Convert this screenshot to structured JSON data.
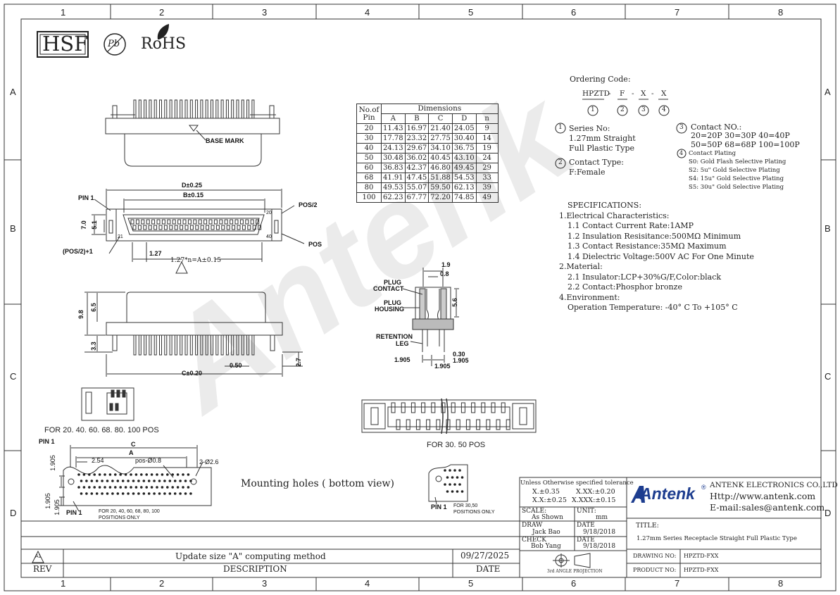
{
  "zones": {
    "columns": [
      "1",
      "2",
      "3",
      "4",
      "5",
      "6",
      "7",
      "8"
    ],
    "rows": [
      "A",
      "B",
      "C",
      "D"
    ]
  },
  "certifications": {
    "hsf": "HSF",
    "pb": "Pb",
    "rohs": "RoHS"
  },
  "watermark": "Antenk",
  "ordering": {
    "title": "Ordering Code:",
    "code_parts": [
      "HPZTD",
      "F",
      "X",
      "X"
    ],
    "code_separator": "-",
    "code_numbers": [
      "1",
      "2",
      "3",
      "4"
    ],
    "series": {
      "num": "1",
      "label": "Series No:",
      "lines": [
        "1.27mm Straight",
        "Full Plastic Type"
      ]
    },
    "contact_type": {
      "num": "2",
      "label": "Contact Type:",
      "lines": [
        "F:Female"
      ]
    },
    "contact_no": {
      "num": "3",
      "label": "Contact NO.:",
      "lines": [
        "20=20P 30=30P 40=40P",
        "50=50P 68=68P 100=100P"
      ]
    },
    "plating": {
      "num": "4",
      "label": "Contact Plating",
      "lines": [
        "S0: Gold Flash Selective Plating",
        "S2: 5u\" Gold Selective Plating",
        "S4: 15u\" Gold Selective Plating",
        "S5: 30u\" Gold Selective Plating"
      ]
    }
  },
  "specifications": {
    "title": "SPECIFICATIONS:",
    "lines": [
      "1.Electrical Characteristics:",
      "1.1 Contact Current Rate:1AMP",
      "1.2 Insulation Resisitance:500MΩ Minimum",
      "1.3 Contact Resistance:35MΩ Maximum",
      "1.4 Dielectric Voltage:500V AC For One Minute",
      "2.Material:",
      "2.1 Insulator:LCP+30%G/F,Color:black",
      "2.2 Contact:Phosphor bronze",
      "4.Environment:",
      "Operation Temperature: -40° C To +105° C"
    ]
  },
  "dimensions_table": {
    "header_pin": [
      "No.of",
      "Pin"
    ],
    "header_dimensions": "Dimensions",
    "columns": [
      "A",
      "B",
      "C",
      "D",
      "n"
    ],
    "rows": [
      [
        "20",
        "11.43",
        "16.97",
        "21.40",
        "24.05",
        "9"
      ],
      [
        "30",
        "17.78",
        "23.32",
        "27.75",
        "30.40",
        "14"
      ],
      [
        "40",
        "24.13",
        "29.67",
        "34.10",
        "36.75",
        "19"
      ],
      [
        "50",
        "30.48",
        "36.02",
        "40.45",
        "43.10",
        "24"
      ],
      [
        "60",
        "36.83",
        "42.37",
        "46.80",
        "49.45",
        "29"
      ],
      [
        "68",
        "41.91",
        "47.45",
        "51.88",
        "54.53",
        "33"
      ],
      [
        "80",
        "49.53",
        "55.07",
        "59.50",
        "62.13",
        "39"
      ],
      [
        "100",
        "62.23",
        "67.77",
        "72.20",
        "74.85",
        "49"
      ]
    ]
  },
  "labels": {
    "base_mark": "BASE MARK",
    "d_dim": "D±0.25",
    "b_dim": "B±0.15",
    "pin1": "PIN 1",
    "pos2": "POS/2",
    "pos": "POS",
    "pos2plus1": "(POS/2)+1",
    "n20": "20",
    "n21": "21",
    "n40": "40",
    "d127": "1.27",
    "pitch": "1.27*n=A±0.15",
    "d70": "7.0",
    "d51": "5.1",
    "d98": "9.8",
    "d65": "6.5",
    "d33": "3.3",
    "d27": "2.7",
    "d050": "0.50",
    "c_dim": "C±0.20",
    "d19": "1.9",
    "d08": "0.8",
    "plug_contact": [
      "PLUG",
      "CONTACT"
    ],
    "plug_housing": [
      "PLUG",
      "HOUSING"
    ],
    "retention_leg": [
      "RETENTION",
      "LEG"
    ],
    "d56": "5.6",
    "d030": "0.30",
    "d1905a": "1.905",
    "d1905b": "1.905",
    "d1905c": "1.905",
    "for_20": "FOR 20. 40. 60. 68. 80. 100 POS",
    "for_30": "FOR 30. 50 POS",
    "mh_pin1": "PIN 1",
    "mh_c": "C",
    "mh_a": "A",
    "mh_254": "2.54",
    "mh_pos": "pos-Ø0.8",
    "mh_26": "2-Ø2.6",
    "mh_1905a": "1.905",
    "mh_1905b": "1.905",
    "mh_1905c": "1.905",
    "mh_pin1b": "PIN 1",
    "mh_for": [
      "FOR 20, 40, 60, 68, 80, 100",
      "POSITIONS ONLY"
    ],
    "mh_pin1c": "PIN 1",
    "mh_for30": [
      "FOR 30,50",
      "POSITIONS ONLY"
    ],
    "mounting_holes": "Mounting holes ( bottom view)"
  },
  "revision": {
    "rev_mark": "A1",
    "description": "Update size \"A\" computing method",
    "date": "09/27/2025",
    "rev_label": "REV",
    "desc_label": "DESCRIPTION",
    "date_label": "DATE"
  },
  "tolerance": {
    "title": "Unless Otherwise specified tolerance",
    "line1a": "X.±0.35",
    "line1b": "X.XX:±0.20",
    "line2a": "X.X:±0.25",
    "line2b": "X.XXX:±0.15"
  },
  "title_block": {
    "scale_label": "SCALE:",
    "scale_value": "As Shown",
    "unit_label": "UNIT:",
    "unit_value": "mm",
    "draw_label": "DRAW",
    "draw_name": "Jack Bao",
    "draw_date_label": "DATE",
    "draw_date": "9/18/2018",
    "check_label": "CHECK",
    "check_name": "Bob Yang",
    "check_date_label": "DATE",
    "check_date": "9/18/2018",
    "projection": "3rd ANGLE PROJECTION",
    "logo": "Antenk",
    "registered": "®",
    "company": "ANTENK ELECTRONICS CO.,LTD",
    "website": "Http://www.antenk.com",
    "email": "E-mail:sales@antenk.com",
    "title_label": "TITLE:",
    "title_value": "1.27mm Series Receptacle Straight Full Plastic Type",
    "drawing_no_label": "DRAWING NO:",
    "drawing_no": "HPZTD-FXX",
    "product_no_label": "PRODUCT NO:",
    "product_no": "HPZTD-FXX"
  }
}
